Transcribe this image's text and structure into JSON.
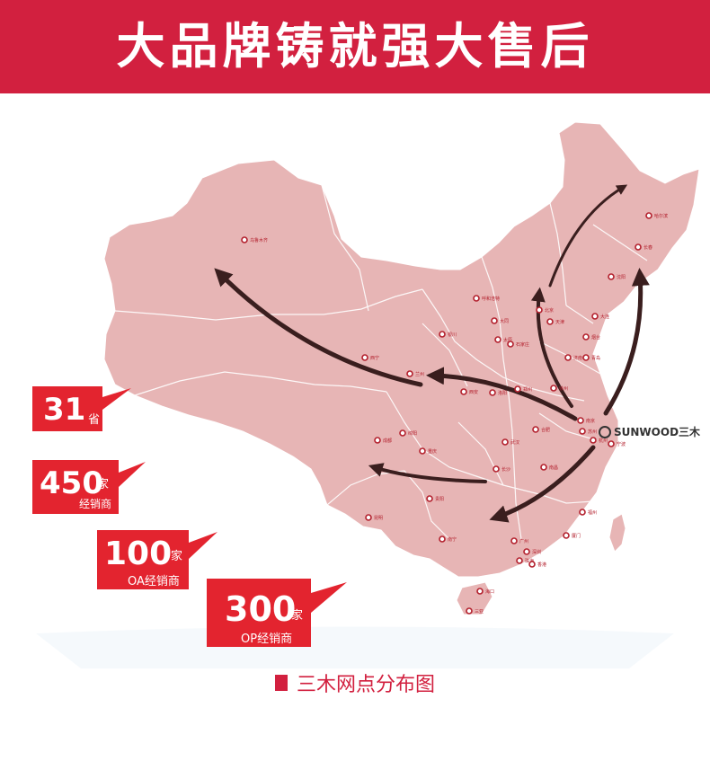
{
  "banner": {
    "title": "大品牌铸就强大售后"
  },
  "stats": [
    {
      "number": "31",
      "unit": "省",
      "subtitle": ""
    },
    {
      "number": "450",
      "unit": "家",
      "subtitle": "经销商"
    },
    {
      "number": "100",
      "unit": "家",
      "subtitle": "OA经销商"
    },
    {
      "number": "300",
      "unit": "家",
      "subtitle": "OP经销商"
    }
  ],
  "brand": {
    "name": "SUNWOOD三木",
    "city": "上海"
  },
  "cities": [
    {
      "name": "乌鲁木齐"
    },
    {
      "name": "哈尔滨"
    },
    {
      "name": "长春"
    },
    {
      "name": "沈阳"
    },
    {
      "name": "呼和浩特"
    },
    {
      "name": "北京"
    },
    {
      "name": "天津"
    },
    {
      "name": "大连"
    },
    {
      "name": "银川"
    },
    {
      "name": "大同"
    },
    {
      "name": "太原"
    },
    {
      "name": "石家庄"
    },
    {
      "name": "烟台"
    },
    {
      "name": "济南"
    },
    {
      "name": "青岛"
    },
    {
      "name": "西宁"
    },
    {
      "name": "兰州"
    },
    {
      "name": "西安"
    },
    {
      "name": "洛阳"
    },
    {
      "name": "郑州"
    },
    {
      "name": "徐州"
    },
    {
      "name": "南京"
    },
    {
      "name": "合肥"
    },
    {
      "name": "苏州"
    },
    {
      "name": "杭州"
    },
    {
      "name": "宁波"
    },
    {
      "name": "成都"
    },
    {
      "name": "绵阳"
    },
    {
      "name": "重庆"
    },
    {
      "name": "武汉"
    },
    {
      "name": "长沙"
    },
    {
      "name": "南昌"
    },
    {
      "name": "贵阳"
    },
    {
      "name": "昆明"
    },
    {
      "name": "福州"
    },
    {
      "name": "厦门"
    },
    {
      "name": "南宁"
    },
    {
      "name": "广州"
    },
    {
      "name": "深圳"
    },
    {
      "name": "珠海"
    },
    {
      "name": "香港"
    },
    {
      "name": "海口"
    },
    {
      "name": "三亚"
    }
  ],
  "caption": "三木网点分布图",
  "colors": {
    "accent": "#d2203f",
    "map_fill": "#e7b5b5",
    "border": "#ffffff",
    "arrow": "#3a1e1e"
  }
}
